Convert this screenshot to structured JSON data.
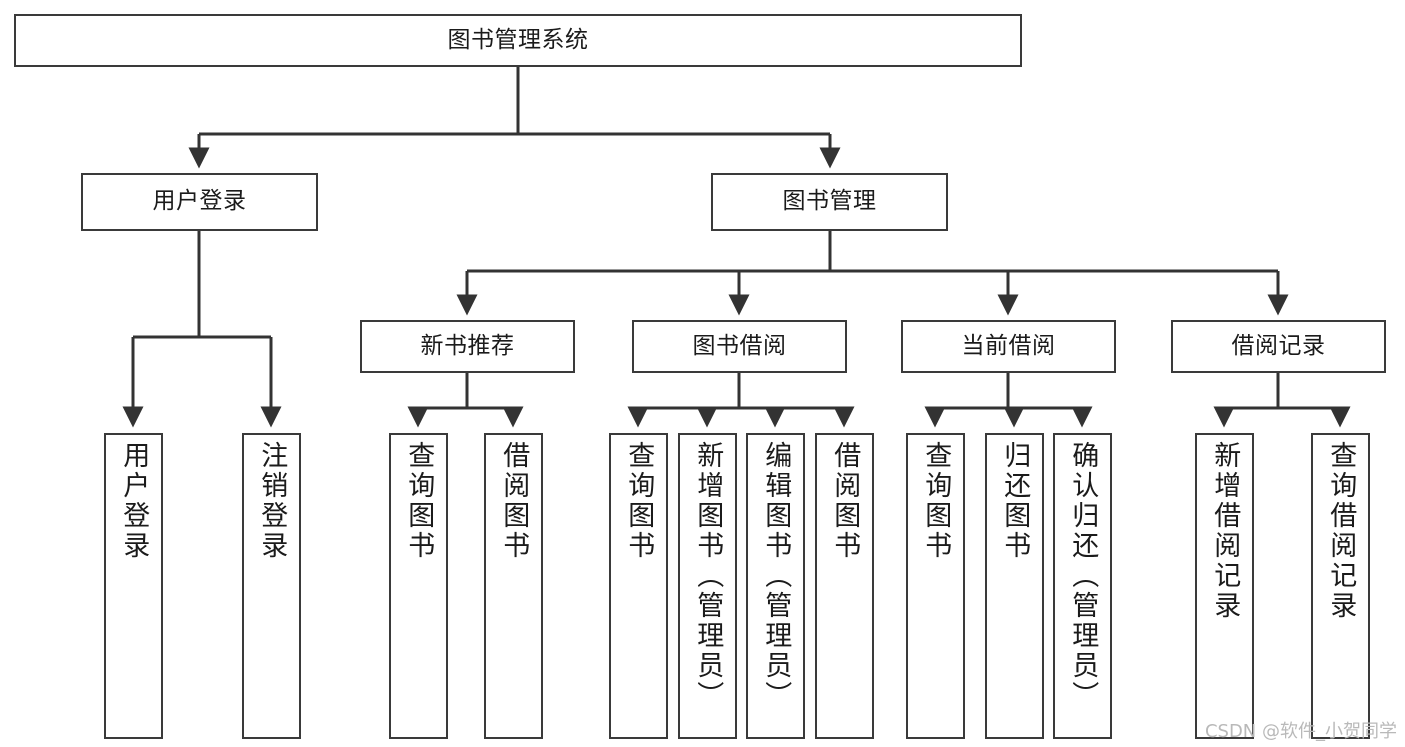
{
  "diagram": {
    "type": "tree",
    "title": "图书管理系统",
    "style": {
      "background": "#ffffff",
      "box_border": "#3a3a3a",
      "box_fill": "#ffffff",
      "edge_color": "#333333",
      "text_color": "#1b1b1b",
      "watermark_color": "#b9b9b9"
    },
    "root": {
      "id": "root",
      "label": "图书管理系统"
    },
    "level2": [
      {
        "id": "user-login",
        "label": "用户登录"
      },
      {
        "id": "book-manage",
        "label": "图书管理"
      }
    ],
    "level3": [
      {
        "id": "new-book-rec",
        "label": "新书推荐",
        "parent": "book-manage"
      },
      {
        "id": "book-borrow",
        "label": "图书借阅",
        "parent": "book-manage"
      },
      {
        "id": "current-borrow",
        "label": "当前借阅",
        "parent": "book-manage"
      },
      {
        "id": "borrow-record",
        "label": "借阅记录",
        "parent": "book-manage"
      }
    ],
    "leaves": [
      {
        "id": "leaf-user-login",
        "label": "用户登录",
        "parent": "user-login"
      },
      {
        "id": "leaf-logout",
        "label": "注销登录",
        "parent": "user-login"
      },
      {
        "id": "leaf-query-book-1",
        "label": "查询图书",
        "parent": "new-book-rec"
      },
      {
        "id": "leaf-borrow-book-1",
        "label": "借阅图书",
        "parent": "new-book-rec"
      },
      {
        "id": "leaf-query-book-2",
        "label": "查询图书",
        "parent": "book-borrow"
      },
      {
        "id": "leaf-add-book",
        "label": "新增图书（管理员）",
        "parent": "book-borrow"
      },
      {
        "id": "leaf-edit-book",
        "label": "编辑图书（管理员）",
        "parent": "book-borrow"
      },
      {
        "id": "leaf-borrow-book-2",
        "label": "借阅图书",
        "parent": "book-borrow"
      },
      {
        "id": "leaf-query-book-3",
        "label": "查询图书",
        "parent": "current-borrow"
      },
      {
        "id": "leaf-return-book",
        "label": "归还图书",
        "parent": "current-borrow"
      },
      {
        "id": "leaf-confirm-return",
        "label": "确认归还（管理员）",
        "parent": "current-borrow"
      },
      {
        "id": "leaf-add-record",
        "label": "新增借阅记录",
        "parent": "borrow-record"
      },
      {
        "id": "leaf-query-record",
        "label": "查询借阅记录",
        "parent": "borrow-record"
      }
    ],
    "watermark": "CSDN @软件_小贺同学"
  }
}
